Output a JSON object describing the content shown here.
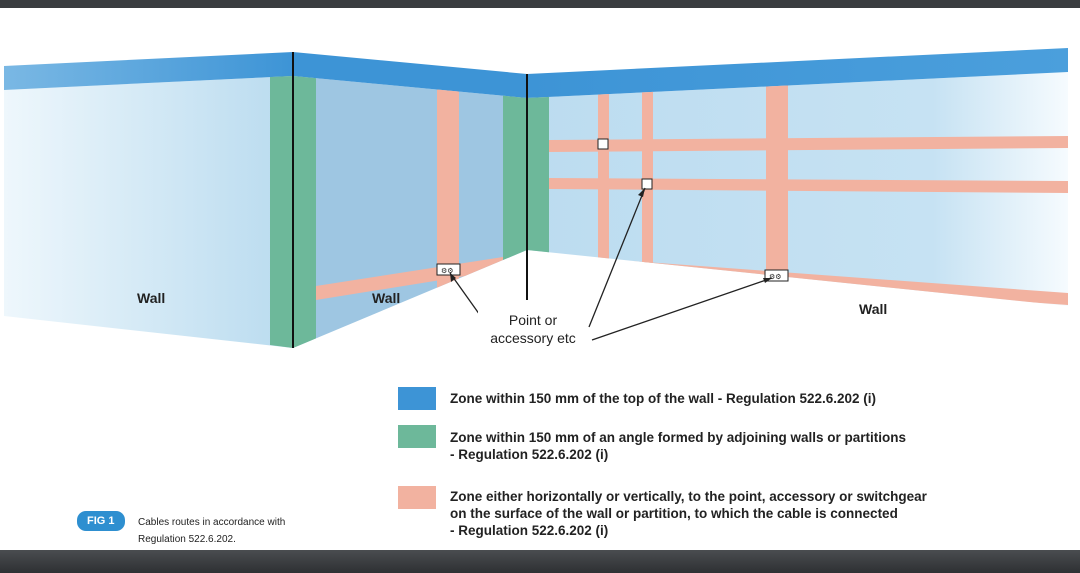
{
  "walls": {
    "left_label": "Wall",
    "middle_label": "Wall",
    "right_label": "Wall"
  },
  "callout": {
    "line1": "Point or",
    "line2": "accessory etc"
  },
  "legend": [
    {
      "color": "#3d94d6",
      "text": "Zone within 150 mm of the top of the wall - Regulation 522.6.202 (i)"
    },
    {
      "color": "#6db89a",
      "text_line1": "Zone within 150 mm of an angle formed by adjoining walls or partitions",
      "text_line2": "- Regulation 522.6.202 (i)"
    },
    {
      "color": "#f2b2a0",
      "text_line1": "Zone either horizontally or vertically, to the point, accessory or switchgear",
      "text_line2": "on the surface of the wall or partition, to which the cable is connected",
      "text_line3": "- Regulation 522.6.202 (i)"
    }
  ],
  "figure": {
    "badge": "FIG 1",
    "caption_line1": "Cables routes in accordance with",
    "caption_line2": "Regulation 522.6.202."
  },
  "colors": {
    "top_zone": "#3d94d6",
    "angle_zone": "#6db89a",
    "route_zone": "#f2b2a0",
    "wall_light": "#c8e3f3",
    "wall_mid": "#9ec6e2"
  }
}
